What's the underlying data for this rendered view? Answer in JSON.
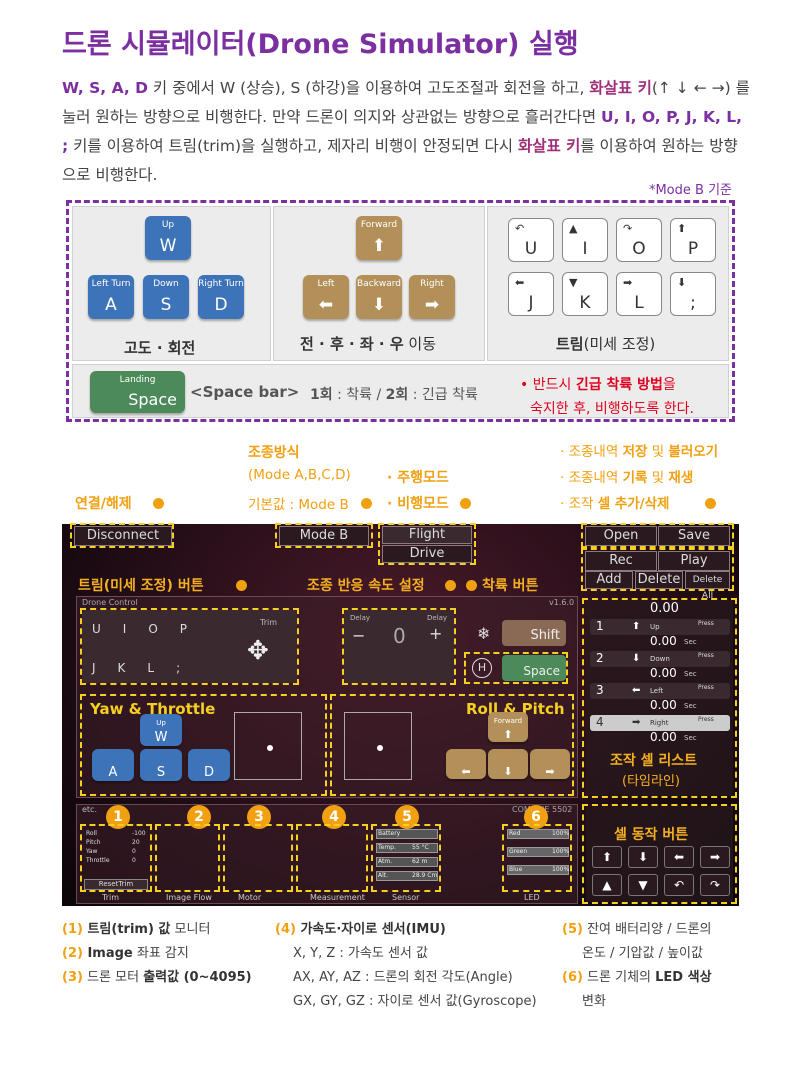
{
  "title": "드론 시뮬레이터(Drone Simulator) 실행",
  "intro": {
    "keys1": "W, S, A, D",
    "t1": " 키 중에서 W (상승), S (하강)을 이용하여 고도조절과 회전을 하고, ",
    "keys2": "화살표 키",
    "t2": "(↑ ↓ ← →) 를 눌러 원하는 방향으로 비행한다. 만약 드론이 의지와 상관없는 방향으로 흘러간다면 ",
    "keys3": "U, I, O, P, J, K, L, ;",
    "t3": " 키를 이용하여 트림(trim)을 실행하고, 제자리 비행이 안정되면 다시 ",
    "keys4": "화살표 키",
    "t4": "를 이용하여 원하는 방향으로 비행한다."
  },
  "mode_note": "*Mode B 기준",
  "keys": {
    "up": {
      "small": "Up",
      "big": "W"
    },
    "left_turn": {
      "small": "Left Turn",
      "big": "A"
    },
    "down": {
      "small": "Down",
      "big": "S"
    },
    "right_turn": {
      "small": "Right Turn",
      "big": "D"
    },
    "forward": "Forward",
    "left": "Left",
    "backward": "Backward",
    "right": "Right",
    "trim_keys": [
      "U",
      "I",
      "O",
      "P",
      "J",
      "K",
      "L",
      ";"
    ],
    "landing_small": "Landing",
    "landing_big": "Space",
    "space_bar": "<Space bar>"
  },
  "captions": {
    "altitude": "고도 · 회전",
    "move_bold": "전 · 후 · 좌 · 우",
    "move": " 이동",
    "trim_bold": "트림",
    "trim": "(미세 조정)",
    "landing_1": "1회",
    "landing_1t": " : 착륙 / ",
    "landing_2": "2회",
    "landing_2t": " : 긴급 착륙",
    "warn_a": "• 반드시 ",
    "warn_b": "긴급 착륙 방법",
    "warn_c": "을",
    "warn_d": "숙지한 후, 비행하도록 한다."
  },
  "annotations": {
    "mode_title": "조종방식",
    "mode_list": "(Mode A,B,C,D)",
    "mode_default": "기본값 : Mode B",
    "connect": "연결/해제",
    "drive_mode": "· 주행모드",
    "flight_mode": "· 비행모드",
    "save_load_a": "· 조종내역 ",
    "save_load_b": "저장",
    "save_load_c": " 및 ",
    "save_load_d": "불러오기",
    "rec_play_a": "· 조종내역 ",
    "rec_play_b": "기록",
    "rec_play_c": " 및 ",
    "rec_play_d": "재생",
    "cell_a": "· 조작 ",
    "cell_b": "셀 추가/삭제",
    "trim_btn": "트림(미세 조정) 버튼",
    "speed": "조종 반응 속도 설정",
    "landing_btn": "착륙 버튼",
    "yaw": "Yaw & Throttle",
    "roll": "Roll & Pitch",
    "cell_list": "조작 셀 리스트",
    "timeline": "(타임라인)",
    "cell_action": "셀 동작 버튼"
  },
  "app": {
    "disconnect": "Disconnect",
    "mode": "Mode B",
    "flight": "Flight",
    "drive": "Drive",
    "open": "Open",
    "save": "Save",
    "rec": "Rec",
    "play": "Play",
    "add": "Add",
    "delete": "Delete",
    "delete_all": "Delete All",
    "drone_control": "Drone Control",
    "version": "v1.6.0",
    "trim": "Trim",
    "delay": "Delay",
    "delay_val": "0",
    "shift": "Shift",
    "cells": [
      {
        "num": "1",
        "time": "0.00",
        "unit": "Sec",
        "action": "Up",
        "press": "Press"
      },
      {
        "num": "2",
        "time": "0.00",
        "unit": "Sec",
        "action": "Down",
        "press": "Press"
      },
      {
        "num": "3",
        "time": "0.00",
        "unit": "Sec",
        "action": "Left",
        "press": "Press"
      },
      {
        "num": "4",
        "time": "0.00",
        "unit": "Sec",
        "action": "Right",
        "press": "Press"
      }
    ],
    "top_time": "0.00",
    "etc": "etc.",
    "device": "COM3  NE 5502",
    "trim_vals": [
      {
        "k": "Roll",
        "v": "-100"
      },
      {
        "k": "Pitch",
        "v": "20"
      },
      {
        "k": "Yaw",
        "v": "0"
      },
      {
        "k": "Throttle",
        "v": "0"
      }
    ],
    "reset_trim": "ResetTrim",
    "bottom_labels": [
      "Trim",
      "Image Flow",
      "Motor",
      "Measurement",
      "Sensor",
      "LED"
    ],
    "sensor": [
      {
        "k": "Battery",
        "v": ""
      },
      {
        "k": "Temp.",
        "v": "55 °C"
      },
      {
        "k": "Atm.",
        "v": "62 m"
      },
      {
        "k": "Alt.",
        "v": "28.9 Cm"
      }
    ],
    "led": [
      {
        "k": "Red",
        "v": "100%"
      },
      {
        "k": "Green",
        "v": "100%"
      },
      {
        "k": "Blue",
        "v": "100%"
      }
    ],
    "numbers": [
      "1",
      "2",
      "3",
      "4",
      "5",
      "6"
    ]
  },
  "footnotes": {
    "f1n": "(1)",
    "f1b": " 트림(trim) 값",
    "f1": " 모니터",
    "f2n": "(2)",
    "f2b": " Image",
    "f2": " 좌표 감지",
    "f3n": "(3)",
    "f3": " 드론 모터 ",
    "f3b": "출력값 (0~4095)",
    "f4n": "(4)",
    "f4b": " 가속도·자이로 센서(IMU)",
    "f4a": "X, Y, Z : 가속도 센서 값",
    "f4c": "AX, AY, AZ : 드론의 회전 각도(Angle)",
    "f4d": "GX, GY, GZ : 자이로 센서 값(Gyroscope)",
    "f5n": "(5)",
    "f5": " 잔여 배터리양 / 드론의",
    "f5b": "온도 / 기압값 / 높이값",
    "f6n": "(6)",
    "f6": " 드론 기체의 ",
    "f6b": "LED 색상",
    "f6c": "변화"
  }
}
